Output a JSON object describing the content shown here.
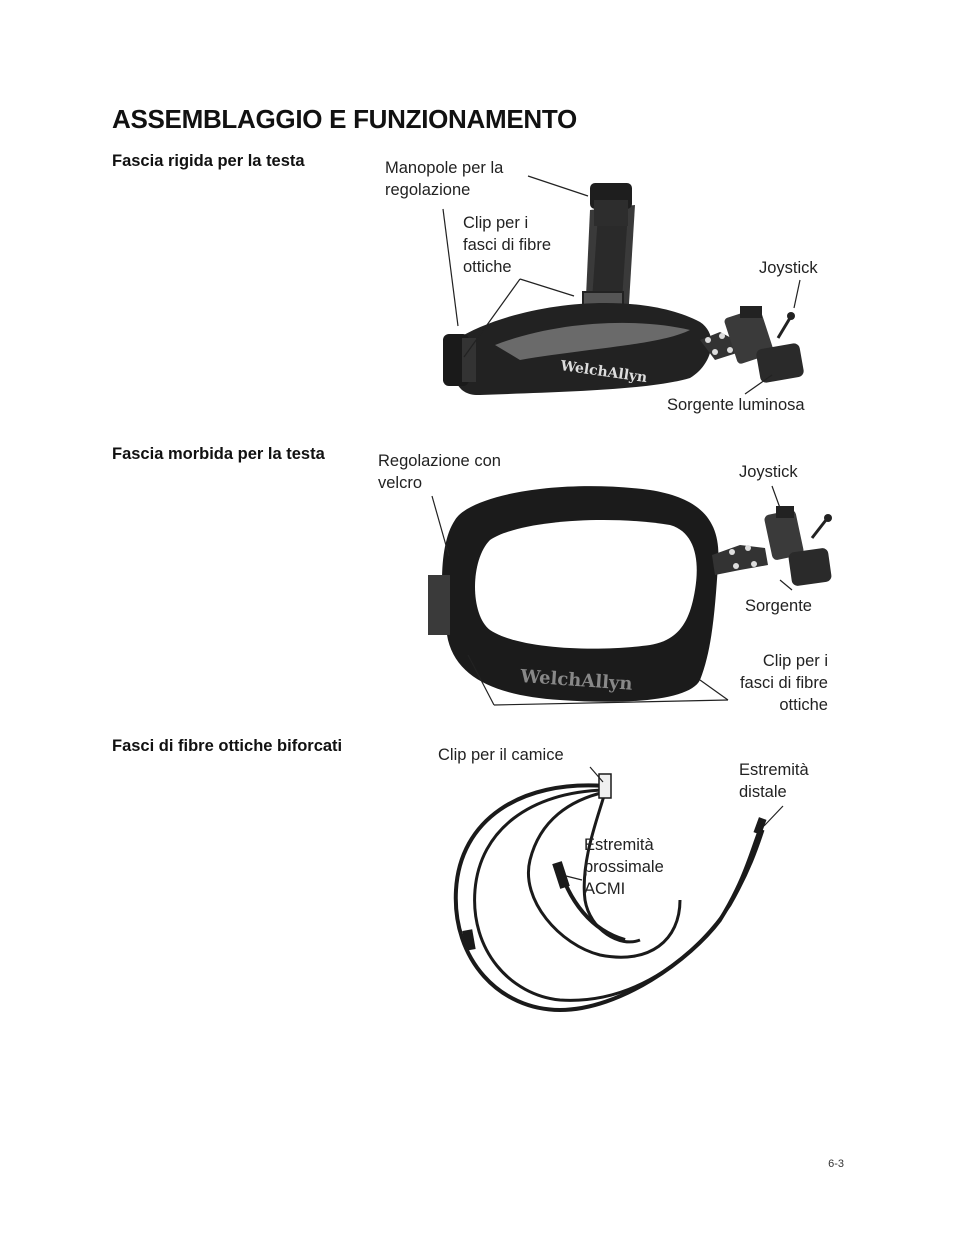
{
  "page": {
    "title": "ASSEMBLAGGIO E FUNZIONAMENTO",
    "page_number": "6-3"
  },
  "sections": {
    "rigid": {
      "heading": "Fascia rigida per la testa",
      "callouts": {
        "knobs": [
          "Manopole per la",
          "regolazione"
        ],
        "clip": [
          "Clip per i",
          "fasci di fibre",
          "ottiche"
        ],
        "joystick": [
          "Joystick"
        ],
        "light_source": [
          "Sorgente luminosa"
        ]
      },
      "brand_mark": "WelchAllyn"
    },
    "soft": {
      "heading": "Fascia morbida per la testa",
      "callouts": {
        "velcro": [
          "Regolazione con",
          "velcro"
        ],
        "joystick": [
          "Joystick"
        ],
        "source": [
          "Sorgente"
        ],
        "clip": [
          "Clip per i",
          "fasci di fibre",
          "ottiche"
        ]
      },
      "brand_mark": "WelchAllyn"
    },
    "bundles": {
      "heading": "Fasci di fibre ottiche biforcati",
      "callouts": {
        "coat_clip": [
          "Clip per il camice"
        ],
        "distal": [
          "Estremità",
          "distale"
        ],
        "proximal": [
          "Estremità",
          "prossimale",
          "ACMI"
        ]
      }
    }
  }
}
